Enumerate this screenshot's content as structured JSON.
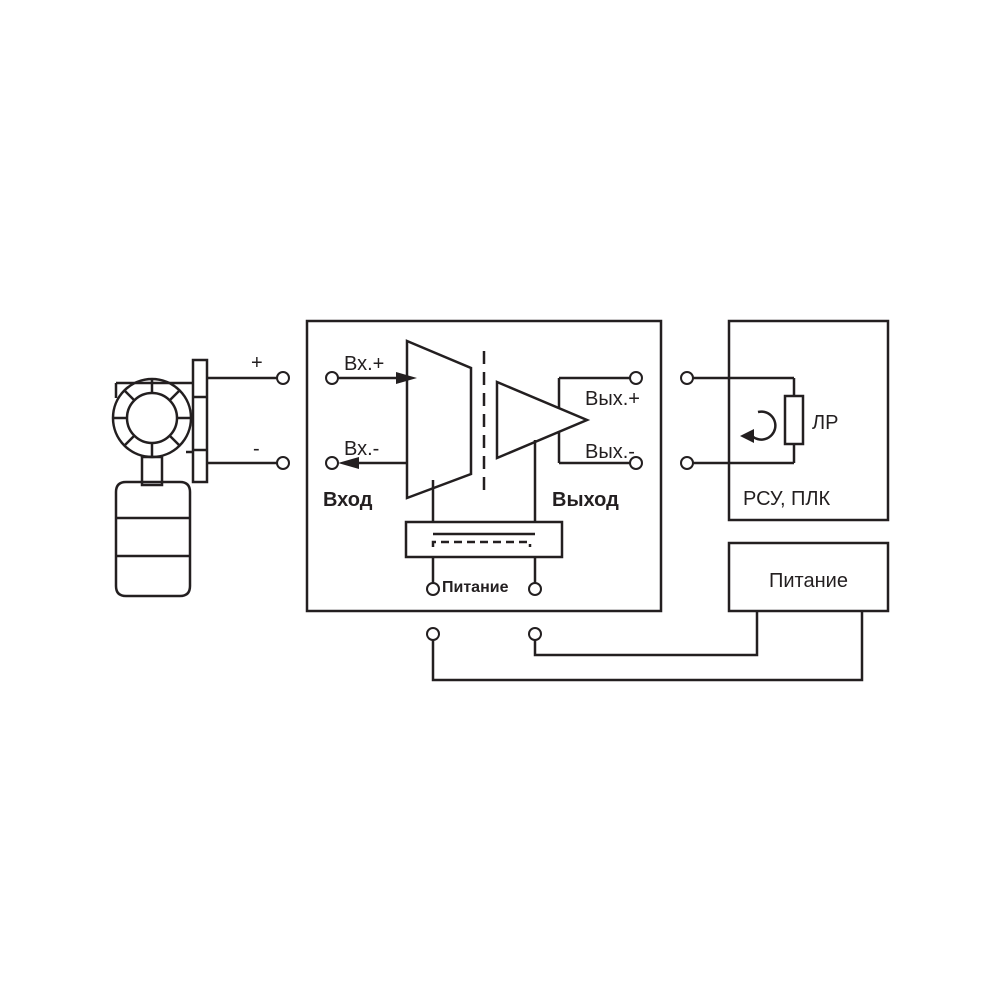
{
  "diagram": {
    "sensor": {
      "plus_label": "+",
      "minus_label": "-"
    },
    "converter": {
      "in_plus_label": "Вх.+",
      "in_minus_label": "Вх.-",
      "input_label": "Вход",
      "out_plus_label": "Вых.+",
      "out_minus_label": "Вых.-",
      "output_label": "Выход",
      "power_label": "Питание"
    },
    "controller": {
      "load_label": "ЛР",
      "name_label": "РСУ, ПЛК"
    },
    "power_supply": {
      "label": "Питание"
    },
    "colors": {
      "line": "#231f20",
      "background": "#ffffff"
    }
  }
}
